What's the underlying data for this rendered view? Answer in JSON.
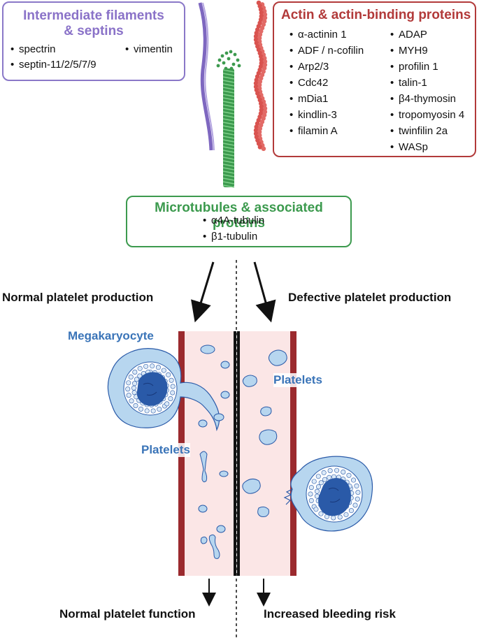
{
  "intermediate": {
    "title_line1": "Intermediate filaments",
    "title_line2": "& septins",
    "items": [
      "spectrin",
      "septin-11/2/5/7/9",
      "vimentin"
    ]
  },
  "actin": {
    "title": "Actin & actin-binding proteins",
    "col1": [
      "α-actinin 1",
      "ADF / n-cofilin",
      "Arp2/3",
      "Cdc42",
      "mDia1",
      "kindlin-3",
      "filamin A"
    ],
    "col2": [
      "ADAP",
      "MYH9",
      "profilin 1",
      "talin-1",
      "β4-thymosin",
      "tropomyosin 4",
      "twinfilin 2a",
      "WASp"
    ]
  },
  "microtubules": {
    "title": "Microtubules & associated proteins",
    "items": [
      "α4A-tubulin",
      "β1-tubulin"
    ]
  },
  "labels": {
    "normal_production": "Normal platelet production",
    "defective_production": "Defective platelet production",
    "megakaryocyte": "Megakaryocyte",
    "platelets_left": "Platelets",
    "platelets_right": "Platelets",
    "normal_function": "Normal platelet function",
    "bleeding_risk": "Increased bleeding risk"
  },
  "colors": {
    "intermediate": "#8a72c8",
    "actin": "#b23a3a",
    "microtubule": "#3c9a4e",
    "vessel_wall": "#9b2a2e",
    "vessel_lumen": "#fbe6e6",
    "platelet": "#b7d6ef",
    "nucleus": "#2a5aa8",
    "label_blue": "#3a74b8"
  }
}
